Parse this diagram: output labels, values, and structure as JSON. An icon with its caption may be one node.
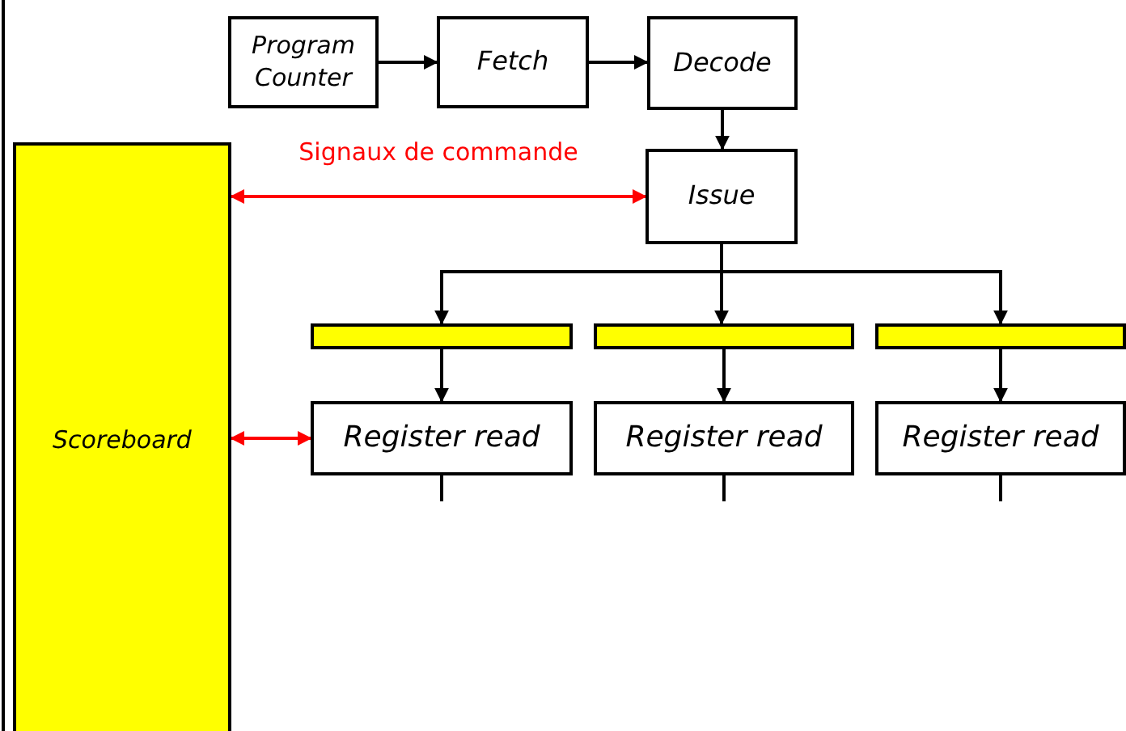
{
  "diagram": {
    "nodes": [
      {
        "text": [
          "Program Counter"
        ]
      },
      {
        "text": [
          "Fetch"
        ]
      },
      {
        "text": [
          "Decode"
        ]
      },
      {
        "text": [
          "Scoreboard"
        ]
      },
      {
        "text": [
          "Issue"
        ]
      },
      {
        "text": [],
        "shape": "bar"
      },
      {
        "text": [],
        "shape": "bar"
      },
      {
        "text": [],
        "shape": "bar"
      },
      {
        "text": [
          "Register read"
        ]
      },
      {
        "text": [
          "Register read"
        ]
      },
      {
        "text": [
          "Register read"
        ]
      }
    ],
    "edges": [
      {
        "from": 0,
        "to": 1,
        "arrow": "to"
      },
      {
        "from": 1,
        "to": 2,
        "arrow": "to"
      },
      {
        "from": 2,
        "to": 4,
        "arrow": "to"
      },
      {
        "from": 3,
        "to": 4,
        "arrow": "both",
        "label": "Signaux de commande",
        "color": "#ff0000"
      },
      {
        "from": 4,
        "to": 5,
        "arrow": "to"
      },
      {
        "from": 4,
        "to": 6,
        "arrow": "to"
      },
      {
        "from": 4,
        "to": 7,
        "arrow": "to"
      },
      {
        "from": 5,
        "to": 8,
        "arrow": "to"
      },
      {
        "from": 6,
        "to": 9,
        "arrow": "to"
      },
      {
        "from": 7,
        "to": 10,
        "arrow": "to"
      },
      {
        "from": 3,
        "to": 8,
        "arrow": "both",
        "color": "#ff0000"
      },
      {
        "from": 8,
        "to": null,
        "arrow": "none"
      },
      {
        "from": 9,
        "to": null,
        "arrow": "none"
      },
      {
        "from": 10,
        "to": null,
        "arrow": "none"
      }
    ]
  }
}
